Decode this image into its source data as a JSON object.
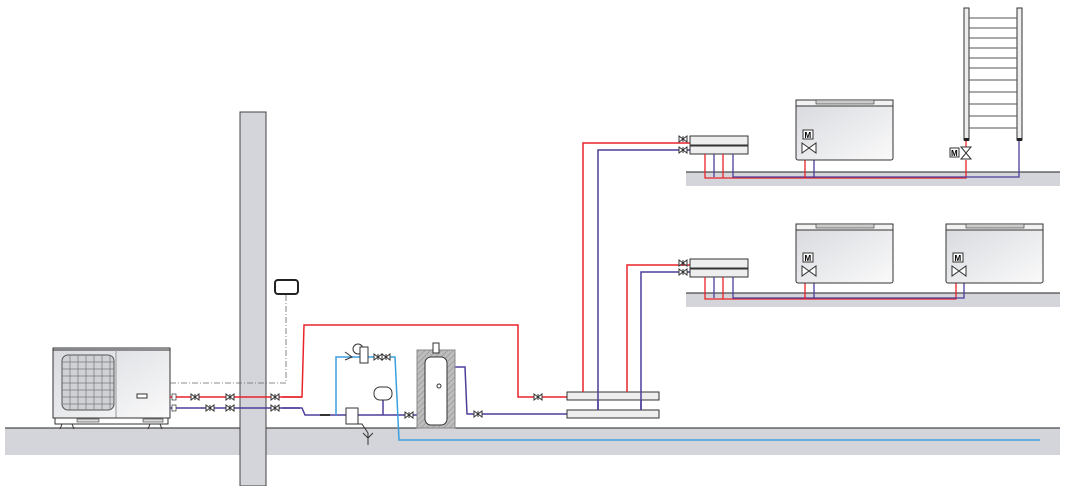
{
  "diagram": {
    "labels": {
      "actuator_1": "M",
      "actuator_2": "M",
      "actuator_3": "M",
      "actuator_4": "M"
    },
    "colors": {
      "supply": "#e8242a",
      "return": "#4b3f9a",
      "cold_water": "#3aa0e0",
      "structure": "#d3d5da",
      "control_line": "#666666"
    }
  }
}
